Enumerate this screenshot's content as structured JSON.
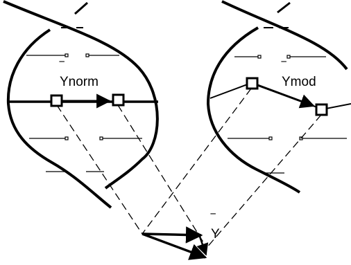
{
  "diagram": {
    "labels": {
      "left": "Ynorm",
      "right": "Ymod",
      "bottom": "Y"
    },
    "overline_symbol": "‾",
    "colors": {
      "ink": "#000000",
      "background": "#ffffff"
    }
  }
}
